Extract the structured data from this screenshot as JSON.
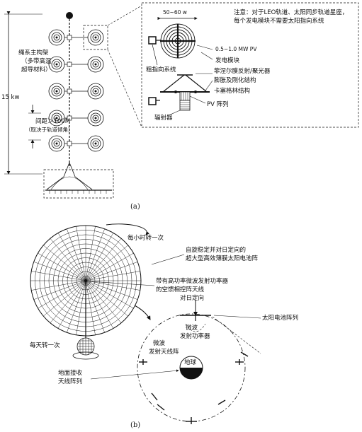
{
  "figure_a": {
    "label_tether": "绳系主构架",
    "label_material_1": "（多带高温",
    "label_material_2": "超导材料）",
    "label_power": "15 kw",
    "label_spacing_1": "间距＞100M",
    "label_spacing_2": "（取决于轨道倾角）",
    "note_1": "注意：对于LEO轨道、太阳同步轨道星座，",
    "note_2": "每个发电模块不需要太阳指向系统",
    "label_diameter": "50~60 w",
    "label_pv_power": "0.5~1.0 MW PV",
    "label_module": "发电模块",
    "label_pointing": "粗指向系统",
    "label_fresnel": "菲涅尔膜反射/聚光器",
    "label_inflatable": "膨胀及刚化结构",
    "label_cassegrain": "卡塞格林结构",
    "label_pv_array": "PV 阵列",
    "label_radiator": "辐射器",
    "caption": "(a)"
  },
  "figure_b": {
    "label_rotate_hour": "每小时转一次",
    "label_array_1": "自旋稳定并对日定向的",
    "label_array_2": "超大型高效薄膜太阳电池阵",
    "label_antenna_1": "带有高功率微波发射功率器",
    "label_antenna_2": "的空馈相控阵天线",
    "label_sun_point": "对日定向",
    "label_solar_cell": "太阳电池阵列",
    "label_microwave_1": "微波",
    "label_microwave_2": "发射功率器",
    "label_tx_antenna_1": "微波",
    "label_tx_antenna_2": "发射天线阵",
    "label_earth": "地球",
    "label_rotate_day": "每天转一次",
    "label_ground_1": "地面接收",
    "label_ground_2": "天线阵列",
    "caption": "(b)"
  }
}
